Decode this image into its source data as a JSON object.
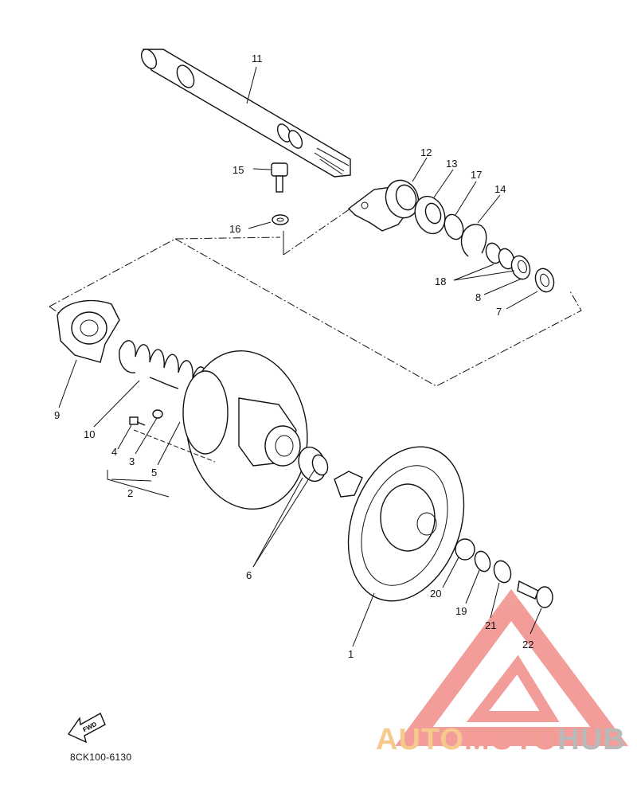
{
  "callouts": [
    "11",
    "15",
    "16",
    "12",
    "13",
    "17",
    "14",
    "18",
    "8",
    "7",
    "9",
    "10",
    "4",
    "3",
    "5",
    "2",
    "6",
    "20",
    "19",
    "21",
    "22",
    "1"
  ],
  "fwd_label": "FWD",
  "diagram_code": "8CK100-6130",
  "watermark": {
    "part1": "AUTO",
    "part2": "MOTO",
    "part3": "HUB",
    "colors": {
      "auto": "#f6c98c",
      "moto": "#f29c93",
      "hub": "#b9b9b9",
      "triangle": "#f08d88"
    }
  }
}
